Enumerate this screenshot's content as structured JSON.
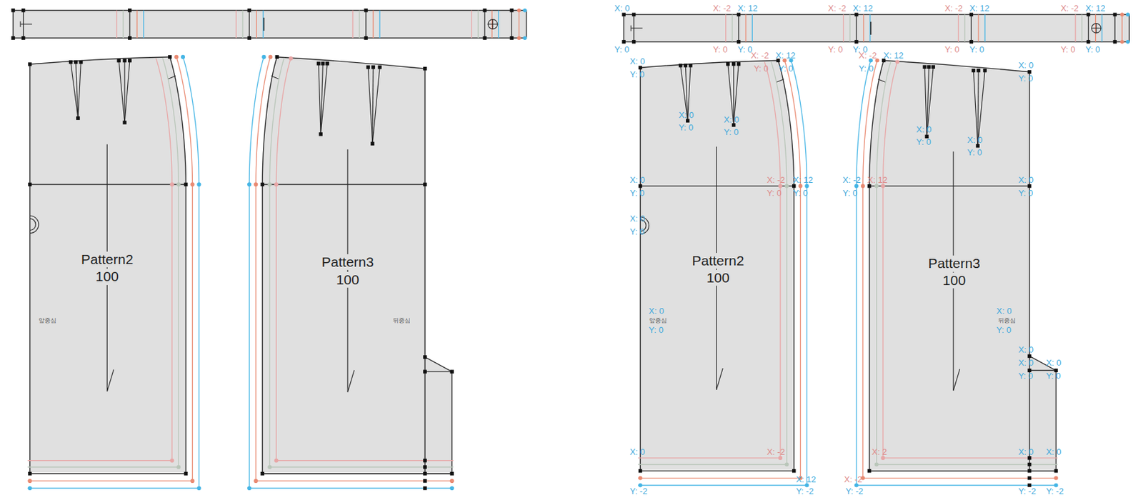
{
  "diagram": {
    "nodes": [
      {
        "text": [
          "Pattern2",
          "100",
          "앞중심"
        ]
      },
      {
        "text": [
          "Pattern3",
          "100",
          "뒤중심"
        ]
      },
      {
        "text": [
          "Pattern2",
          "100",
          "앞중심"
        ]
      },
      {
        "text": [
          "Pattern3",
          "100",
          "뒤중심"
        ]
      }
    ],
    "labels": [
      "X: 0",
      "Y: 0",
      "X: -2",
      "X: 12",
      "Y: 0",
      "Y: 0",
      "X: -2",
      "X: 12",
      "Y: 0",
      "Y: 0",
      "X: -2",
      "X: 12",
      "Y: 0",
      "Y: 0",
      "X: -2",
      "X: 12",
      "Y: 0",
      "Y: 0",
      "X: 0",
      "Y: 0",
      "X: 0",
      "Y: 0",
      "X: 0",
      "Y: 0",
      "X: -2",
      "X: 12",
      "Y: 0",
      "Y: 0",
      "X: 0",
      "Y: 0",
      "X: -2",
      "X: 12",
      "Y: 0",
      "Y: 0",
      "X: 0",
      "Y: 0",
      "X: 0",
      "Y: 0",
      "X: 0",
      "Y: -2",
      "X: -2",
      "X: 12",
      "Y: -2",
      "X: -2",
      "X: 12",
      "Y: 0",
      "X: 0",
      "Y: 0",
      "X: 0",
      "Y: 0",
      "X: 0",
      "Y: 0",
      "X: -2",
      "X: 12",
      "Y: 0",
      "X: 0",
      "Y: 0",
      "X: 0",
      "Y: 0",
      "X: 0",
      "X: 0",
      "Y: 0",
      "X: 0",
      "Y: 0",
      "X: 2",
      "X: -2",
      "Y: -2",
      "X: 0",
      "X: 0",
      "Y: -2",
      "Y: -2"
    ]
  }
}
